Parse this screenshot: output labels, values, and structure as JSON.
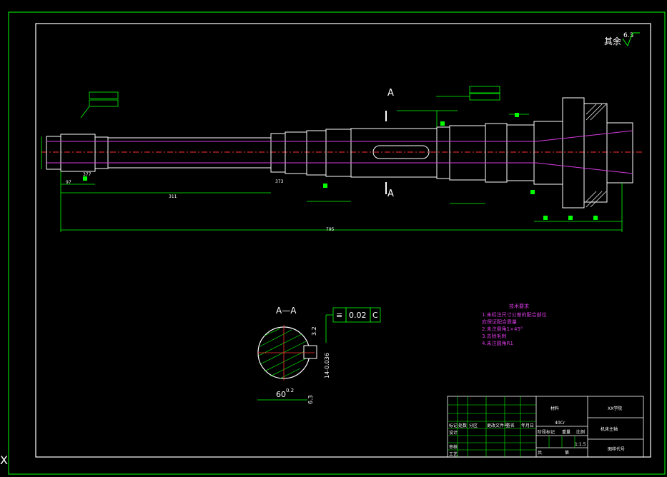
{
  "drawing": {
    "roughness_note": {
      "prefix": "其余",
      "value": "6.3"
    },
    "section_marks": {
      "top": "A",
      "bottom": "A"
    },
    "section_view": {
      "label": "A—A",
      "tolerance_symbol": "≡",
      "tolerance_value": "0.02",
      "tolerance_datum": "C",
      "roughness": "3.2",
      "keyway_dim": "14-0.036",
      "diameter_dim": "60",
      "diameter_tol": "0.2",
      "roughness_side": "6.3"
    },
    "tech_requirements": {
      "title": "技术要求",
      "items": [
        "1.未标注尺寸公差的配合部位",
        "  应保证配合质量",
        "2.未注倒角1×45°",
        "3.去除毛刺",
        "4.未注圆角R1"
      ]
    },
    "dims": {
      "total": "795",
      "seg_311": "311",
      "seg_97": "97",
      "seg_377": "377",
      "seg_373": "373"
    }
  },
  "title_block": {
    "school": "XX学院",
    "part_name": "机床主轴",
    "material_label": "材料",
    "material": "40Cr",
    "drawing_no": "图样代号",
    "scale": "1:1.5",
    "row_labels": [
      "标记",
      "处数",
      "分区",
      "更改文件号",
      "签名",
      "年月日"
    ],
    "left_labels": [
      "设计",
      "审核",
      "工艺"
    ],
    "stage_labels": [
      "阶段标记",
      "重量",
      "比例"
    ],
    "sheet_label": "共",
    "sheet_of": "第"
  },
  "cursor": {
    "glyph": "X"
  },
  "colors": {
    "background": "#000000",
    "frame": "#00ff00",
    "outline": "#ffffff",
    "hidden": "#d63be0",
    "center": "#ff3333",
    "dimension": "#00ff00"
  }
}
